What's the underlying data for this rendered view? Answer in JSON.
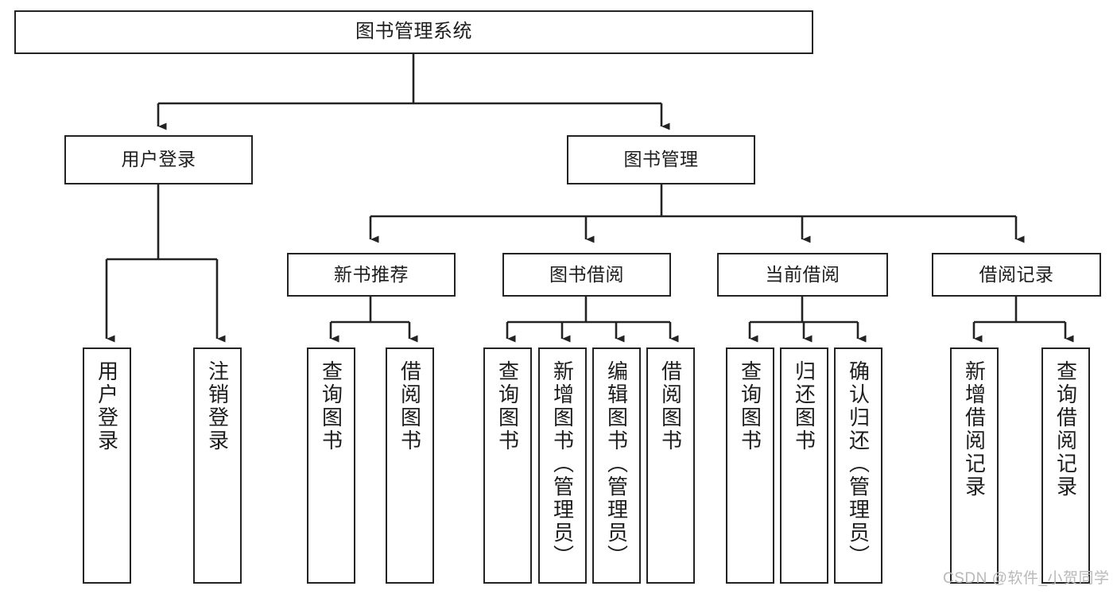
{
  "diagram": {
    "title": "图书管理系统",
    "type": "tree-hierarchy-chart",
    "watermark": "CSDN @软件_小贺同学",
    "colors": {
      "box_border": "#232323",
      "box_fill": "#ffffff",
      "connector": "#232323",
      "text": "#1d1d1d",
      "watermark": "#b9b9b9",
      "background": "#ffffff"
    },
    "root": {
      "label": "图书管理系统"
    },
    "level2": [
      {
        "label": "用户登录"
      },
      {
        "label": "图书管理"
      }
    ],
    "level3": [
      {
        "label": "新书推荐"
      },
      {
        "label": "图书借阅"
      },
      {
        "label": "当前借阅"
      },
      {
        "label": "借阅记录"
      }
    ],
    "leaves": {
      "user_login": [
        {
          "label": "用户登录"
        },
        {
          "label": "注销登录"
        }
      ],
      "new_book_recommend": [
        {
          "label": "查询图书"
        },
        {
          "label": "借阅图书"
        }
      ],
      "book_borrow": [
        {
          "label": "查询图书"
        },
        {
          "label": "新增图书（管理员）"
        },
        {
          "label": "编辑图书（管理员）"
        },
        {
          "label": "借阅图书"
        }
      ],
      "current_borrow": [
        {
          "label": "查询图书"
        },
        {
          "label": "归还图书"
        },
        {
          "label": "确认归还（管理员）"
        }
      ],
      "borrow_record": [
        {
          "label": "新增借阅记录"
        },
        {
          "label": "查询借阅记录"
        }
      ]
    }
  }
}
